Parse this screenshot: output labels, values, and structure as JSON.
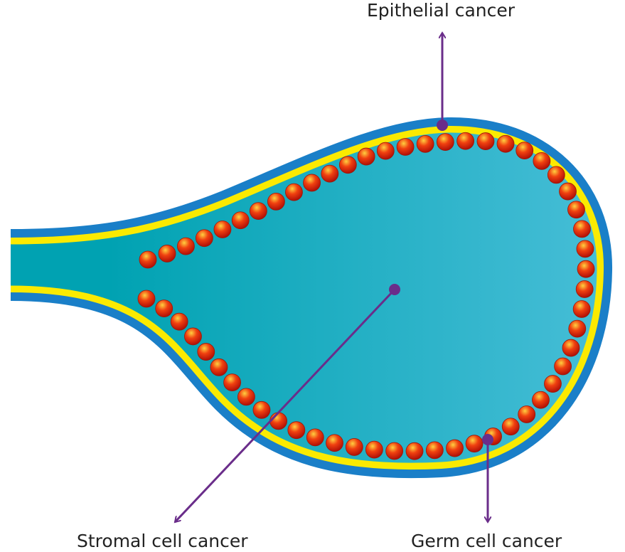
{
  "labels": {
    "epithelial": "Epithelial cancer",
    "stromal": "Stromal cell cancer",
    "germ": "Germ cell cancer"
  },
  "cell_count": 58,
  "colors": {
    "outer_wall": "#1a7fc8",
    "inner_wall": "#fbea00",
    "lumen_left": "#00a2b2",
    "lumen_right": "#45bdd6",
    "cell": "#e02a10",
    "arrow": "#6a2d8a"
  }
}
